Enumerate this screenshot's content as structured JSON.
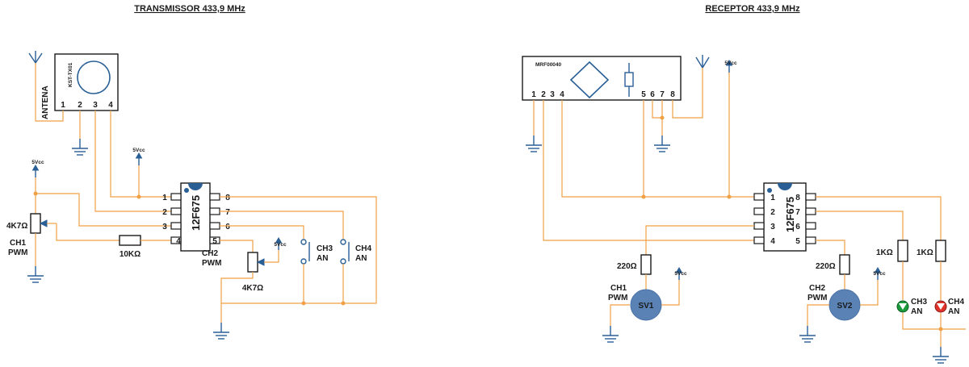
{
  "transmitter": {
    "title": "TRANSMISSOR 433,9 MHz",
    "module": {
      "name": "KST-TX01",
      "pins": [
        "1",
        "2",
        "3",
        "4"
      ]
    },
    "antenna_label": "ANTENA",
    "supply_label": "5Vcc",
    "pot1": {
      "value": "4K7Ω",
      "channel": "CH1",
      "mode": "PWM"
    },
    "resistor": "10KΩ",
    "pot2": {
      "value": "4K7Ω",
      "channel": "CH2",
      "mode": "PWM"
    },
    "chip": {
      "name": "12F675",
      "pins": [
        "1",
        "2",
        "3",
        "4",
        "5",
        "6",
        "7",
        "8"
      ]
    },
    "ch3": {
      "channel": "CH3",
      "mode": "AN"
    },
    "ch4": {
      "channel": "CH4",
      "mode": "AN"
    }
  },
  "receiver": {
    "title": "RECEPTOR 433,9 MHz",
    "module": {
      "name": "MRF00040",
      "pins": [
        "1",
        "2",
        "3",
        "4",
        "5",
        "6",
        "7",
        "8"
      ]
    },
    "supply_label": "5Vcc",
    "chip": {
      "name": "12F675",
      "pins": [
        "1",
        "2",
        "3",
        "4",
        "5",
        "6",
        "7",
        "8"
      ]
    },
    "r1": "220Ω",
    "r2": "220Ω",
    "r3": "1KΩ",
    "r4": "1KΩ",
    "servo1": {
      "name": "SV1",
      "channel": "CH1",
      "mode": "PWM"
    },
    "servo2": {
      "name": "SV2",
      "channel": "CH2",
      "mode": "PWM"
    },
    "led3": {
      "channel": "CH3",
      "mode": "AN",
      "color": "#1a9a3a"
    },
    "led4": {
      "channel": "CH4",
      "mode": "AN",
      "color": "#e0322b"
    }
  },
  "colors": {
    "wire": "#f0a045",
    "component": "#2a5f96",
    "outline": "#1a1a1a"
  }
}
